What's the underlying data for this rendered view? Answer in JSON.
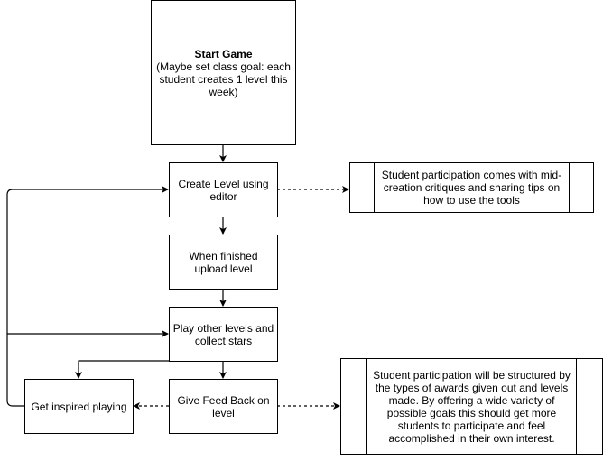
{
  "nodes": {
    "start": {
      "title": "Start Game",
      "text": "(Maybe set class goal: each student creates 1 level this week)"
    },
    "create": "Create Level using editor",
    "upload": "When finished upload level",
    "play": "Play other levels and collect stars",
    "feedback": "Give Feed Back on level",
    "inspired": "Get inspired playing",
    "note_critique": "Student participation comes with mid-creation critiques and sharing tips on how to use the tools",
    "note_awards": "Student participation will be structured by the types of awards given out and levels made. By offering a wide variety of possible goals this should get more students to participate and feel accomplished in their own interest."
  }
}
